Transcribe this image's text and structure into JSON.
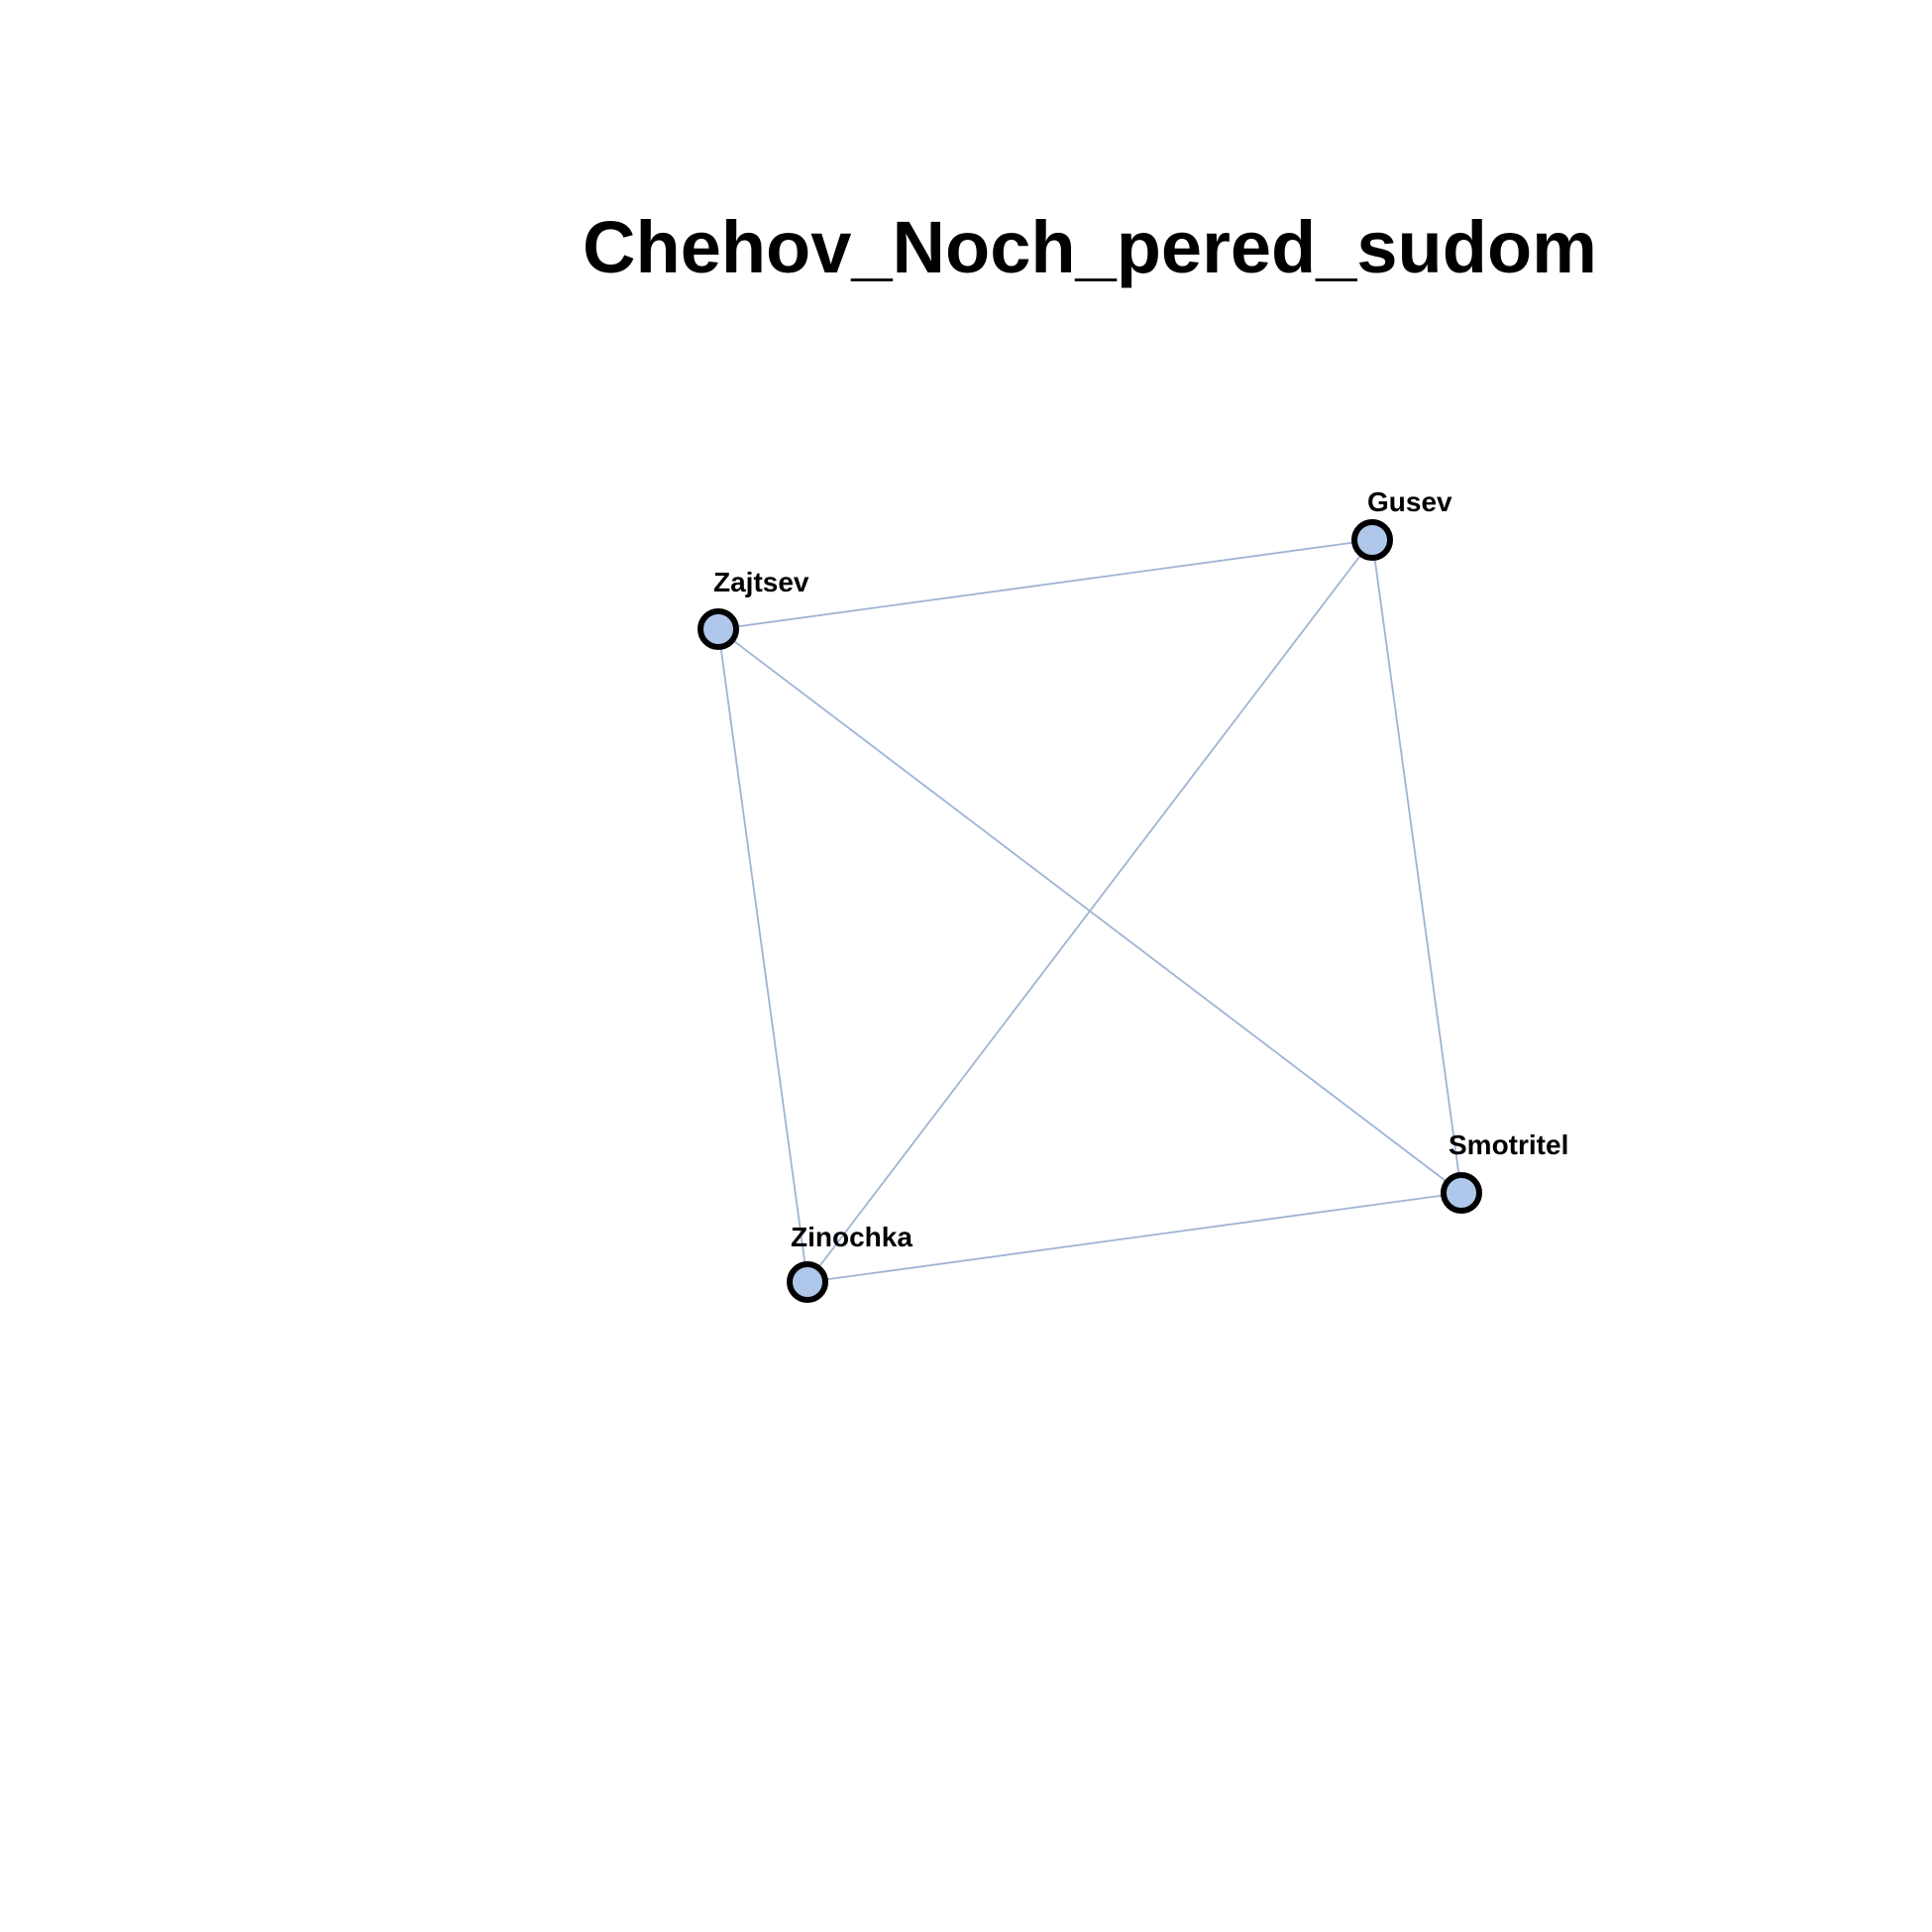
{
  "graph": {
    "title": "Chehov_Noch_pered_sudom",
    "colors": {
      "node_fill": "#aec7ea",
      "node_stroke": "#000000",
      "edge": "#9fb4d3",
      "background": "#ffffff"
    },
    "nodes": [
      {
        "id": "zajtsev",
        "label": "Zajtsev"
      },
      {
        "id": "gusev",
        "label": "Gusev"
      },
      {
        "id": "smotritel",
        "label": "Smotritel"
      },
      {
        "id": "zinochka",
        "label": "Zinochka"
      }
    ],
    "edges": [
      {
        "source": "zajtsev",
        "target": "gusev"
      },
      {
        "source": "zajtsev",
        "target": "zinochka"
      },
      {
        "source": "zajtsev",
        "target": "smotritel"
      },
      {
        "source": "gusev",
        "target": "zinochka"
      },
      {
        "source": "gusev",
        "target": "smotritel"
      },
      {
        "source": "zinochka",
        "target": "smotritel"
      }
    ]
  }
}
